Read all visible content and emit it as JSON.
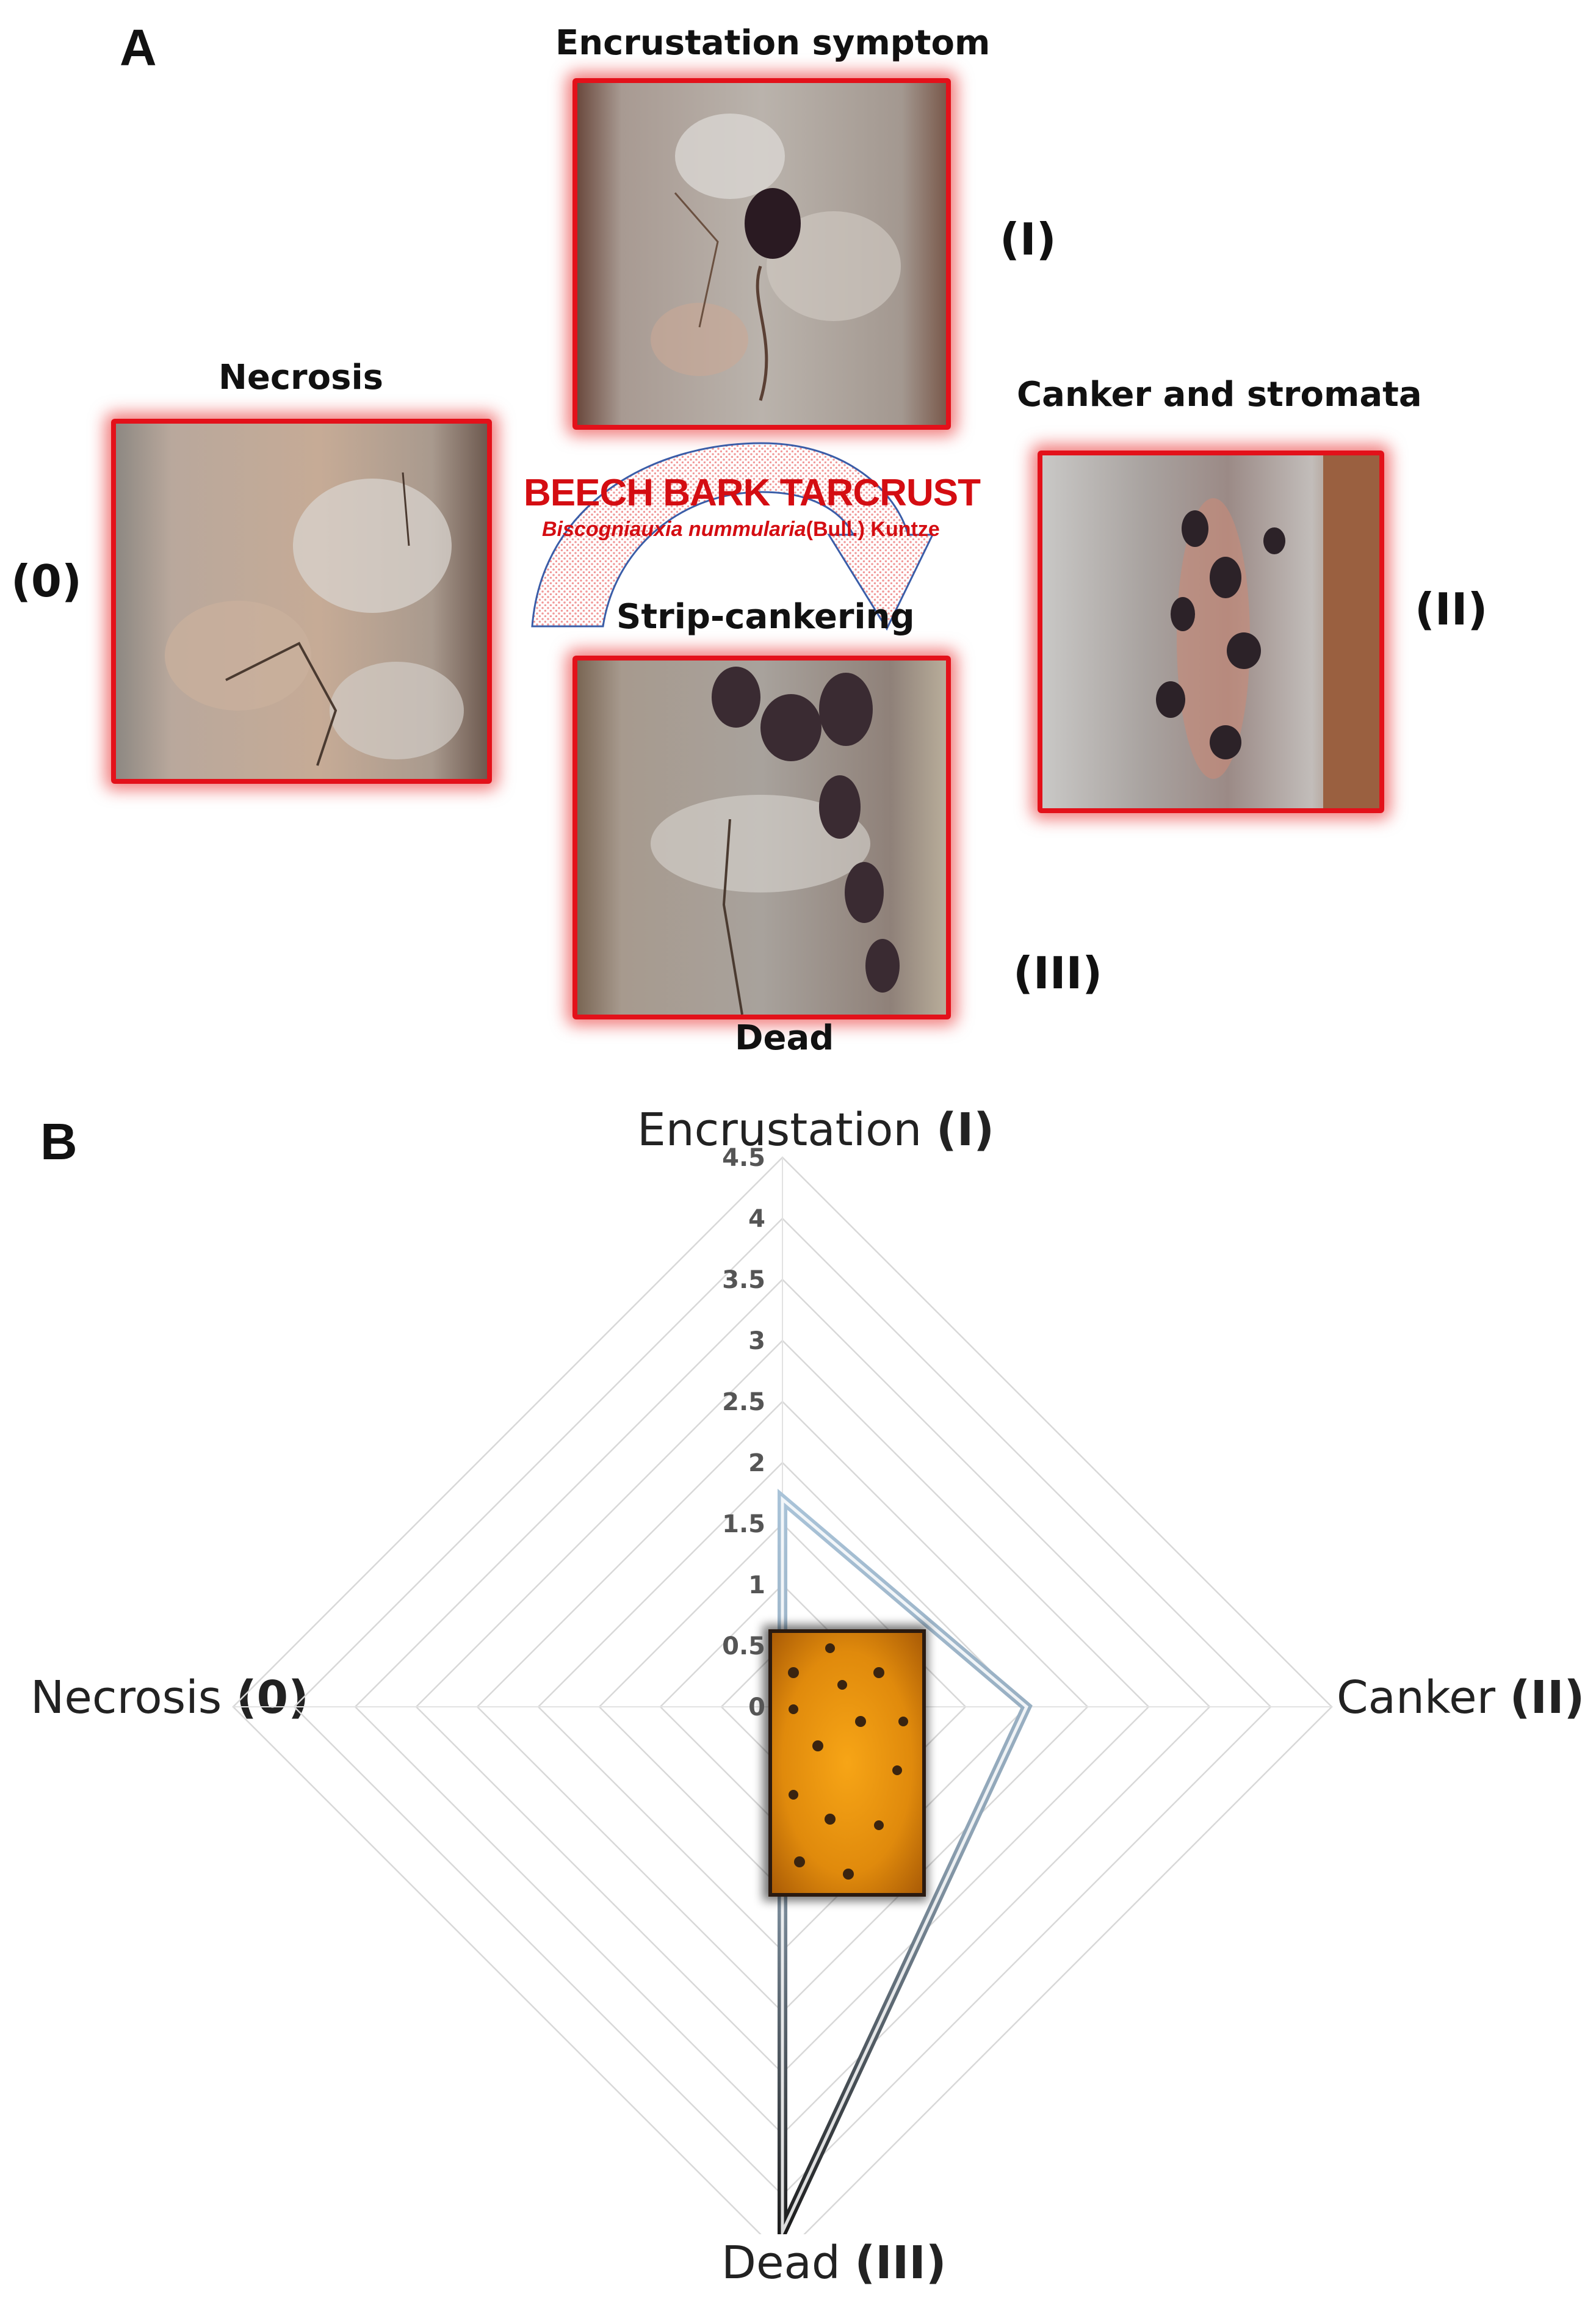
{
  "panel_a": {
    "letter": "A",
    "stages": {
      "encrustation": {
        "label": "Encrustation symptom",
        "roman": "(I)"
      },
      "necrosis": {
        "label": "Necrosis",
        "roman": "(0)"
      },
      "canker": {
        "label": "Canker and stromata",
        "roman": "(II)"
      },
      "strip": {
        "label": "Strip-cankering",
        "roman": "(III)"
      },
      "dead_label": "Dead"
    },
    "banner": {
      "title": "BEECH BARK TARCRUST",
      "species": "Biscogniauxia nummularia",
      "authority": "(Bull.) Kuntze"
    },
    "colors": {
      "frame": "#e3111a",
      "banner": "#d40d12"
    }
  },
  "panel_b": {
    "letter": "B",
    "axes": [
      {
        "name": "Encrustation",
        "roman": "(I)"
      },
      {
        "name": "Canker",
        "roman": "(II)"
      },
      {
        "name": "Dead",
        "roman": "(III)"
      },
      {
        "name": "Necrosis",
        "roman": "(0)"
      }
    ]
  },
  "chart_data": {
    "type": "radar",
    "axes": [
      "Encrustation (I)",
      "Canker (II)",
      "Dead (III)",
      "Necrosis (0)"
    ],
    "rlim": [
      0,
      4.5
    ],
    "ticks": [
      "0",
      "0.5",
      "1",
      "1.5",
      "2",
      "2.5",
      "3",
      "3.5",
      "4",
      "4.5"
    ],
    "tick_values": [
      0,
      0.5,
      1,
      1.5,
      2,
      2.5,
      3,
      3.5,
      4,
      4.5
    ],
    "series": [
      {
        "values": [
          1.7,
          2.0,
          4.3,
          0.0
        ],
        "color": "#1c1c1c",
        "highlight": "#a9c3d8"
      }
    ],
    "grid": true
  }
}
